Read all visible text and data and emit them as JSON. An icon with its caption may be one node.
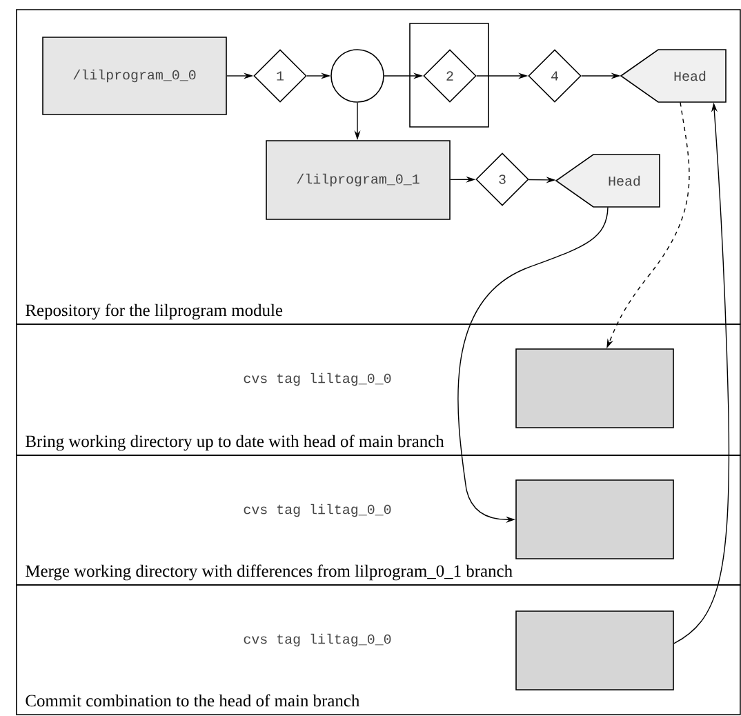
{
  "diagram": {
    "nodes": [
      {
        "text": [
          "Repository  for the lilprogram module"
        ]
      },
      {
        "text": [
          "/lilprogram_0_0"
        ],
        "in": 0
      },
      {
        "text": [
          "1"
        ],
        "in": 0
      },
      {
        "text": [],
        "shape": "circle",
        "in": 0
      },
      {
        "text": [],
        "shape": "box",
        "in": 0
      },
      {
        "text": [
          "2"
        ],
        "in": 4
      },
      {
        "text": [
          "4"
        ],
        "in": 0
      },
      {
        "text": [
          "Head"
        ],
        "in": 0
      },
      {
        "text": [
          "/lilprogram_0_1"
        ],
        "in": 0
      },
      {
        "text": [
          "3"
        ],
        "in": 0
      },
      {
        "text": [
          "Head"
        ],
        "in": 0
      },
      {
        "text": [
          "cvs tag liltag_0_0",
          "Bring working directory up to date with head of main branch"
        ]
      },
      {
        "text": [],
        "shape": "box",
        "in": 11
      },
      {
        "text": [
          "cvs tag liltag_0_0",
          "Merge working directory with differences from lilprogram_0_1 branch"
        ]
      },
      {
        "text": [],
        "shape": "box",
        "in": 13
      },
      {
        "text": [
          "cvs tag liltag_0_0",
          "Commit combination to the head of main branch"
        ]
      },
      {
        "text": [],
        "shape": "box",
        "in": 15
      }
    ],
    "edges": [
      {
        "from": 1,
        "to": 2,
        "arrow": "to"
      },
      {
        "from": 2,
        "to": 3,
        "arrow": "to"
      },
      {
        "from": 3,
        "to": 5,
        "arrow": "to"
      },
      {
        "from": 5,
        "to": 6,
        "arrow": "to"
      },
      {
        "from": 6,
        "to": 7,
        "arrow": "to"
      },
      {
        "from": 3,
        "to": 8,
        "arrow": "to"
      },
      {
        "from": 8,
        "to": 9,
        "arrow": "to"
      },
      {
        "from": 9,
        "to": 10,
        "arrow": "to"
      },
      {
        "from": 7,
        "to": 12,
        "arrow": "to",
        "style": "dashed"
      },
      {
        "from": 10,
        "to": 14,
        "arrow": "to"
      },
      {
        "from": 16,
        "to": 7,
        "arrow": "to"
      }
    ]
  }
}
